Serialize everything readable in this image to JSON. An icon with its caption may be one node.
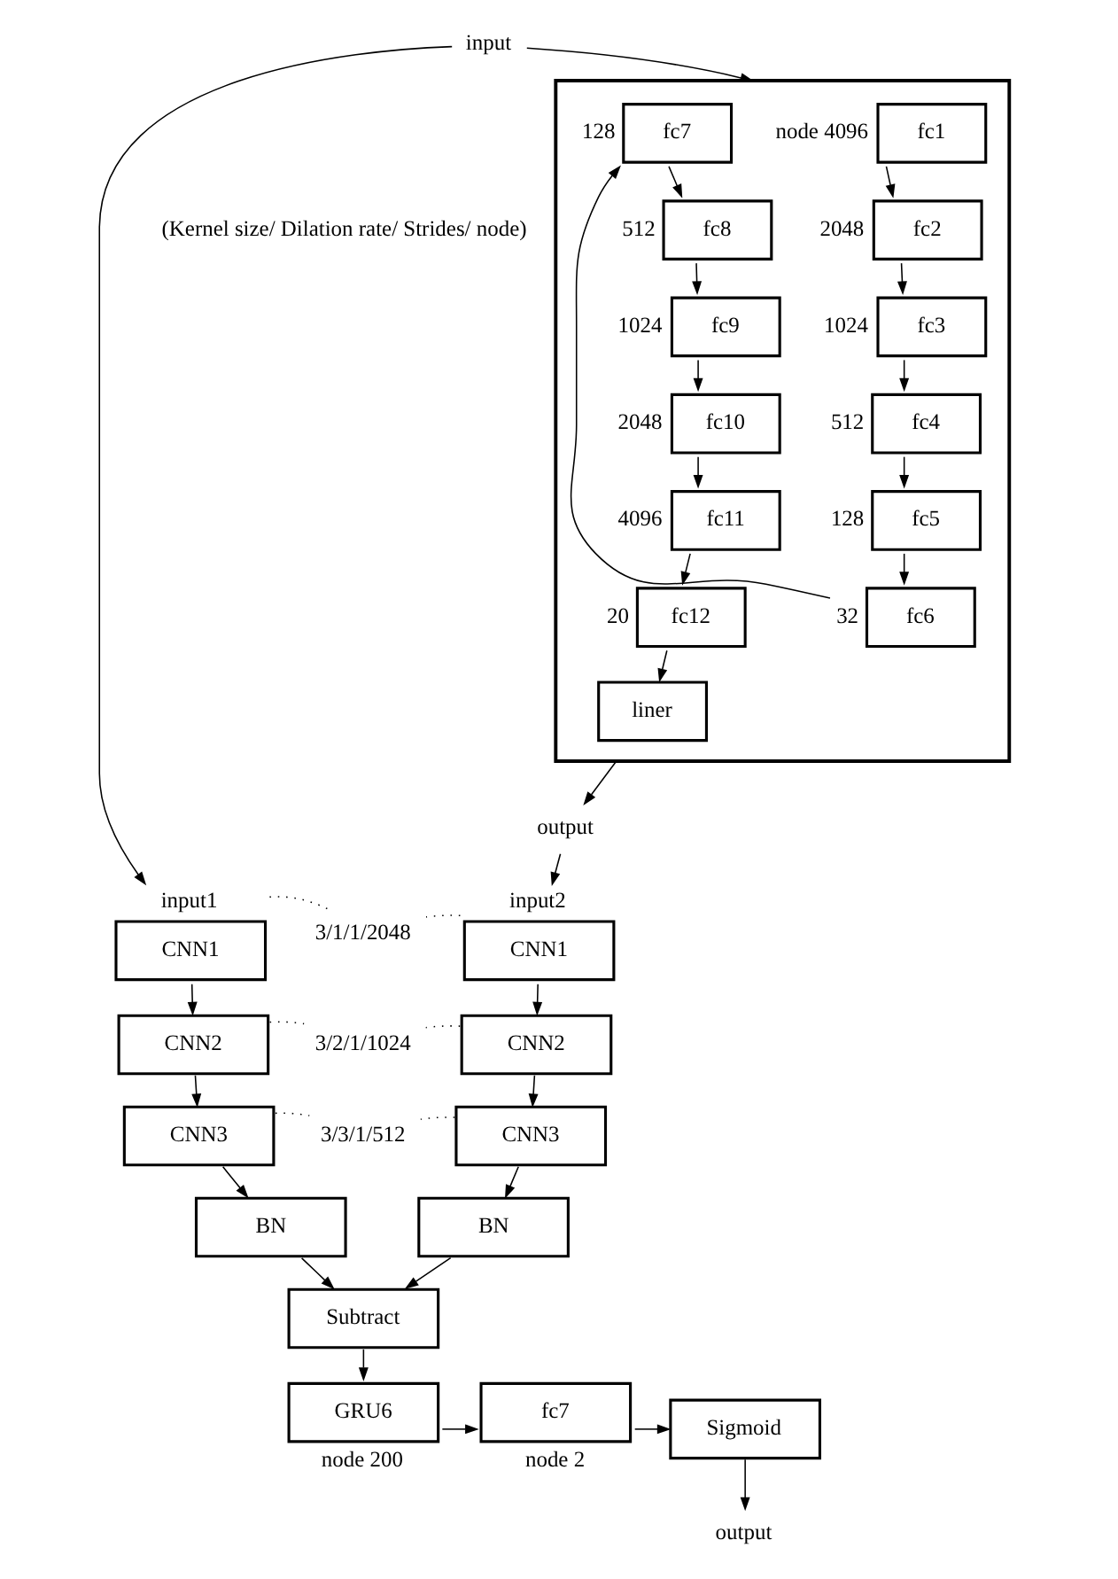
{
  "diagram": {
    "nodes": [
      {
        "text": [
          "input"
        ]
      },
      {
        "text": [],
        "shape": "box"
      },
      {
        "text": [
          "fc1"
        ],
        "in": 1,
        "beside": [
          "node 4096"
        ]
      },
      {
        "text": [
          "fc2"
        ],
        "in": 1,
        "beside": [
          "2048"
        ]
      },
      {
        "text": [
          "fc3"
        ],
        "in": 1,
        "beside": [
          "1024"
        ]
      },
      {
        "text": [
          "fc4"
        ],
        "in": 1,
        "beside": [
          "512"
        ]
      },
      {
        "text": [
          "fc5"
        ],
        "in": 1,
        "beside": [
          "128"
        ]
      },
      {
        "text": [
          "fc6"
        ],
        "in": 1,
        "beside": [
          "32"
        ]
      },
      {
        "text": [
          "fc7"
        ],
        "in": 1,
        "beside": [
          "128"
        ]
      },
      {
        "text": [
          "fc8"
        ],
        "in": 1,
        "beside": [
          "512"
        ]
      },
      {
        "text": [
          "fc9"
        ],
        "in": 1,
        "beside": [
          "1024"
        ]
      },
      {
        "text": [
          "fc10"
        ],
        "in": 1,
        "beside": [
          "2048"
        ]
      },
      {
        "text": [
          "fc11"
        ],
        "in": 1,
        "beside": [
          "4096"
        ]
      },
      {
        "text": [
          "fc12"
        ],
        "in": 1,
        "beside": [
          "20"
        ]
      },
      {
        "text": [
          "liner"
        ],
        "in": 1
      },
      {
        "text": [
          "output"
        ]
      },
      {
        "text": [
          "CNN1"
        ],
        "beside": [
          "input1"
        ]
      },
      {
        "text": [
          "CNN2"
        ]
      },
      {
        "text": [
          "CNN3"
        ]
      },
      {
        "text": [
          "BN"
        ]
      },
      {
        "text": [
          "CNN1"
        ],
        "beside": [
          "input2"
        ]
      },
      {
        "text": [
          "CNN2"
        ]
      },
      {
        "text": [
          "CNN3"
        ]
      },
      {
        "text": [
          "BN"
        ]
      },
      {
        "text": [
          "Subtract"
        ]
      },
      {
        "text": [
          "GRU6"
        ],
        "beside": [
          "node 200"
        ]
      },
      {
        "text": [
          "fc7"
        ],
        "beside": [
          "node 2"
        ]
      },
      {
        "text": [
          "Sigmoid"
        ]
      },
      {
        "text": [
          "output"
        ]
      },
      {
        "text": [
          "3/1/1/2048"
        ]
      },
      {
        "text": [
          "3/2/1/1024"
        ]
      },
      {
        "text": [
          "3/3/1/512"
        ]
      }
    ],
    "edges": [
      {
        "from": 0,
        "to": 1,
        "arrow": "to"
      },
      {
        "from": 0,
        "to": 16,
        "arrow": "to"
      },
      {
        "from": 2,
        "to": 3,
        "arrow": "to"
      },
      {
        "from": 3,
        "to": 4,
        "arrow": "to"
      },
      {
        "from": 4,
        "to": 5,
        "arrow": "to"
      },
      {
        "from": 5,
        "to": 6,
        "arrow": "to"
      },
      {
        "from": 6,
        "to": 7,
        "arrow": "to"
      },
      {
        "from": 7,
        "to": 8,
        "arrow": "to"
      },
      {
        "from": 8,
        "to": 9,
        "arrow": "to"
      },
      {
        "from": 9,
        "to": 10,
        "arrow": "to"
      },
      {
        "from": 10,
        "to": 11,
        "arrow": "to"
      },
      {
        "from": 11,
        "to": 12,
        "arrow": "to"
      },
      {
        "from": 12,
        "to": 13,
        "arrow": "to"
      },
      {
        "from": 13,
        "to": 14,
        "arrow": "to"
      },
      {
        "from": 1,
        "to": 15,
        "arrow": "to"
      },
      {
        "from": 15,
        "to": 20,
        "arrow": "to"
      },
      {
        "from": 16,
        "to": 17,
        "arrow": "to"
      },
      {
        "from": 17,
        "to": 18,
        "arrow": "to"
      },
      {
        "from": 18,
        "to": 19,
        "arrow": "to"
      },
      {
        "from": 20,
        "to": 21,
        "arrow": "to"
      },
      {
        "from": 21,
        "to": 22,
        "arrow": "to"
      },
      {
        "from": 22,
        "to": 23,
        "arrow": "to"
      },
      {
        "from": 19,
        "to": 24,
        "arrow": "to"
      },
      {
        "from": 23,
        "to": 24,
        "arrow": "to"
      },
      {
        "from": 24,
        "to": 25,
        "arrow": "to"
      },
      {
        "from": 25,
        "to": 26,
        "arrow": "to"
      },
      {
        "from": 26,
        "to": 27,
        "arrow": "to"
      },
      {
        "from": 27,
        "to": 28,
        "arrow": "to"
      },
      {
        "from": 16,
        "to": 29,
        "arrow": "none",
        "style": "dashed"
      },
      {
        "from": 17,
        "to": 30,
        "arrow": "none",
        "style": "dashed"
      },
      {
        "from": 18,
        "to": 31,
        "arrow": "none",
        "style": "dashed"
      },
      {
        "from": 20,
        "to": 29,
        "arrow": "none",
        "style": "dashed"
      },
      {
        "from": 21,
        "to": 30,
        "arrow": "none",
        "style": "dashed"
      },
      {
        "from": 22,
        "to": 31,
        "arrow": "none",
        "style": "dashed"
      }
    ],
    "labels": [
      "(Kernel size/ Dilation rate/ Strides/ node)"
    ]
  }
}
